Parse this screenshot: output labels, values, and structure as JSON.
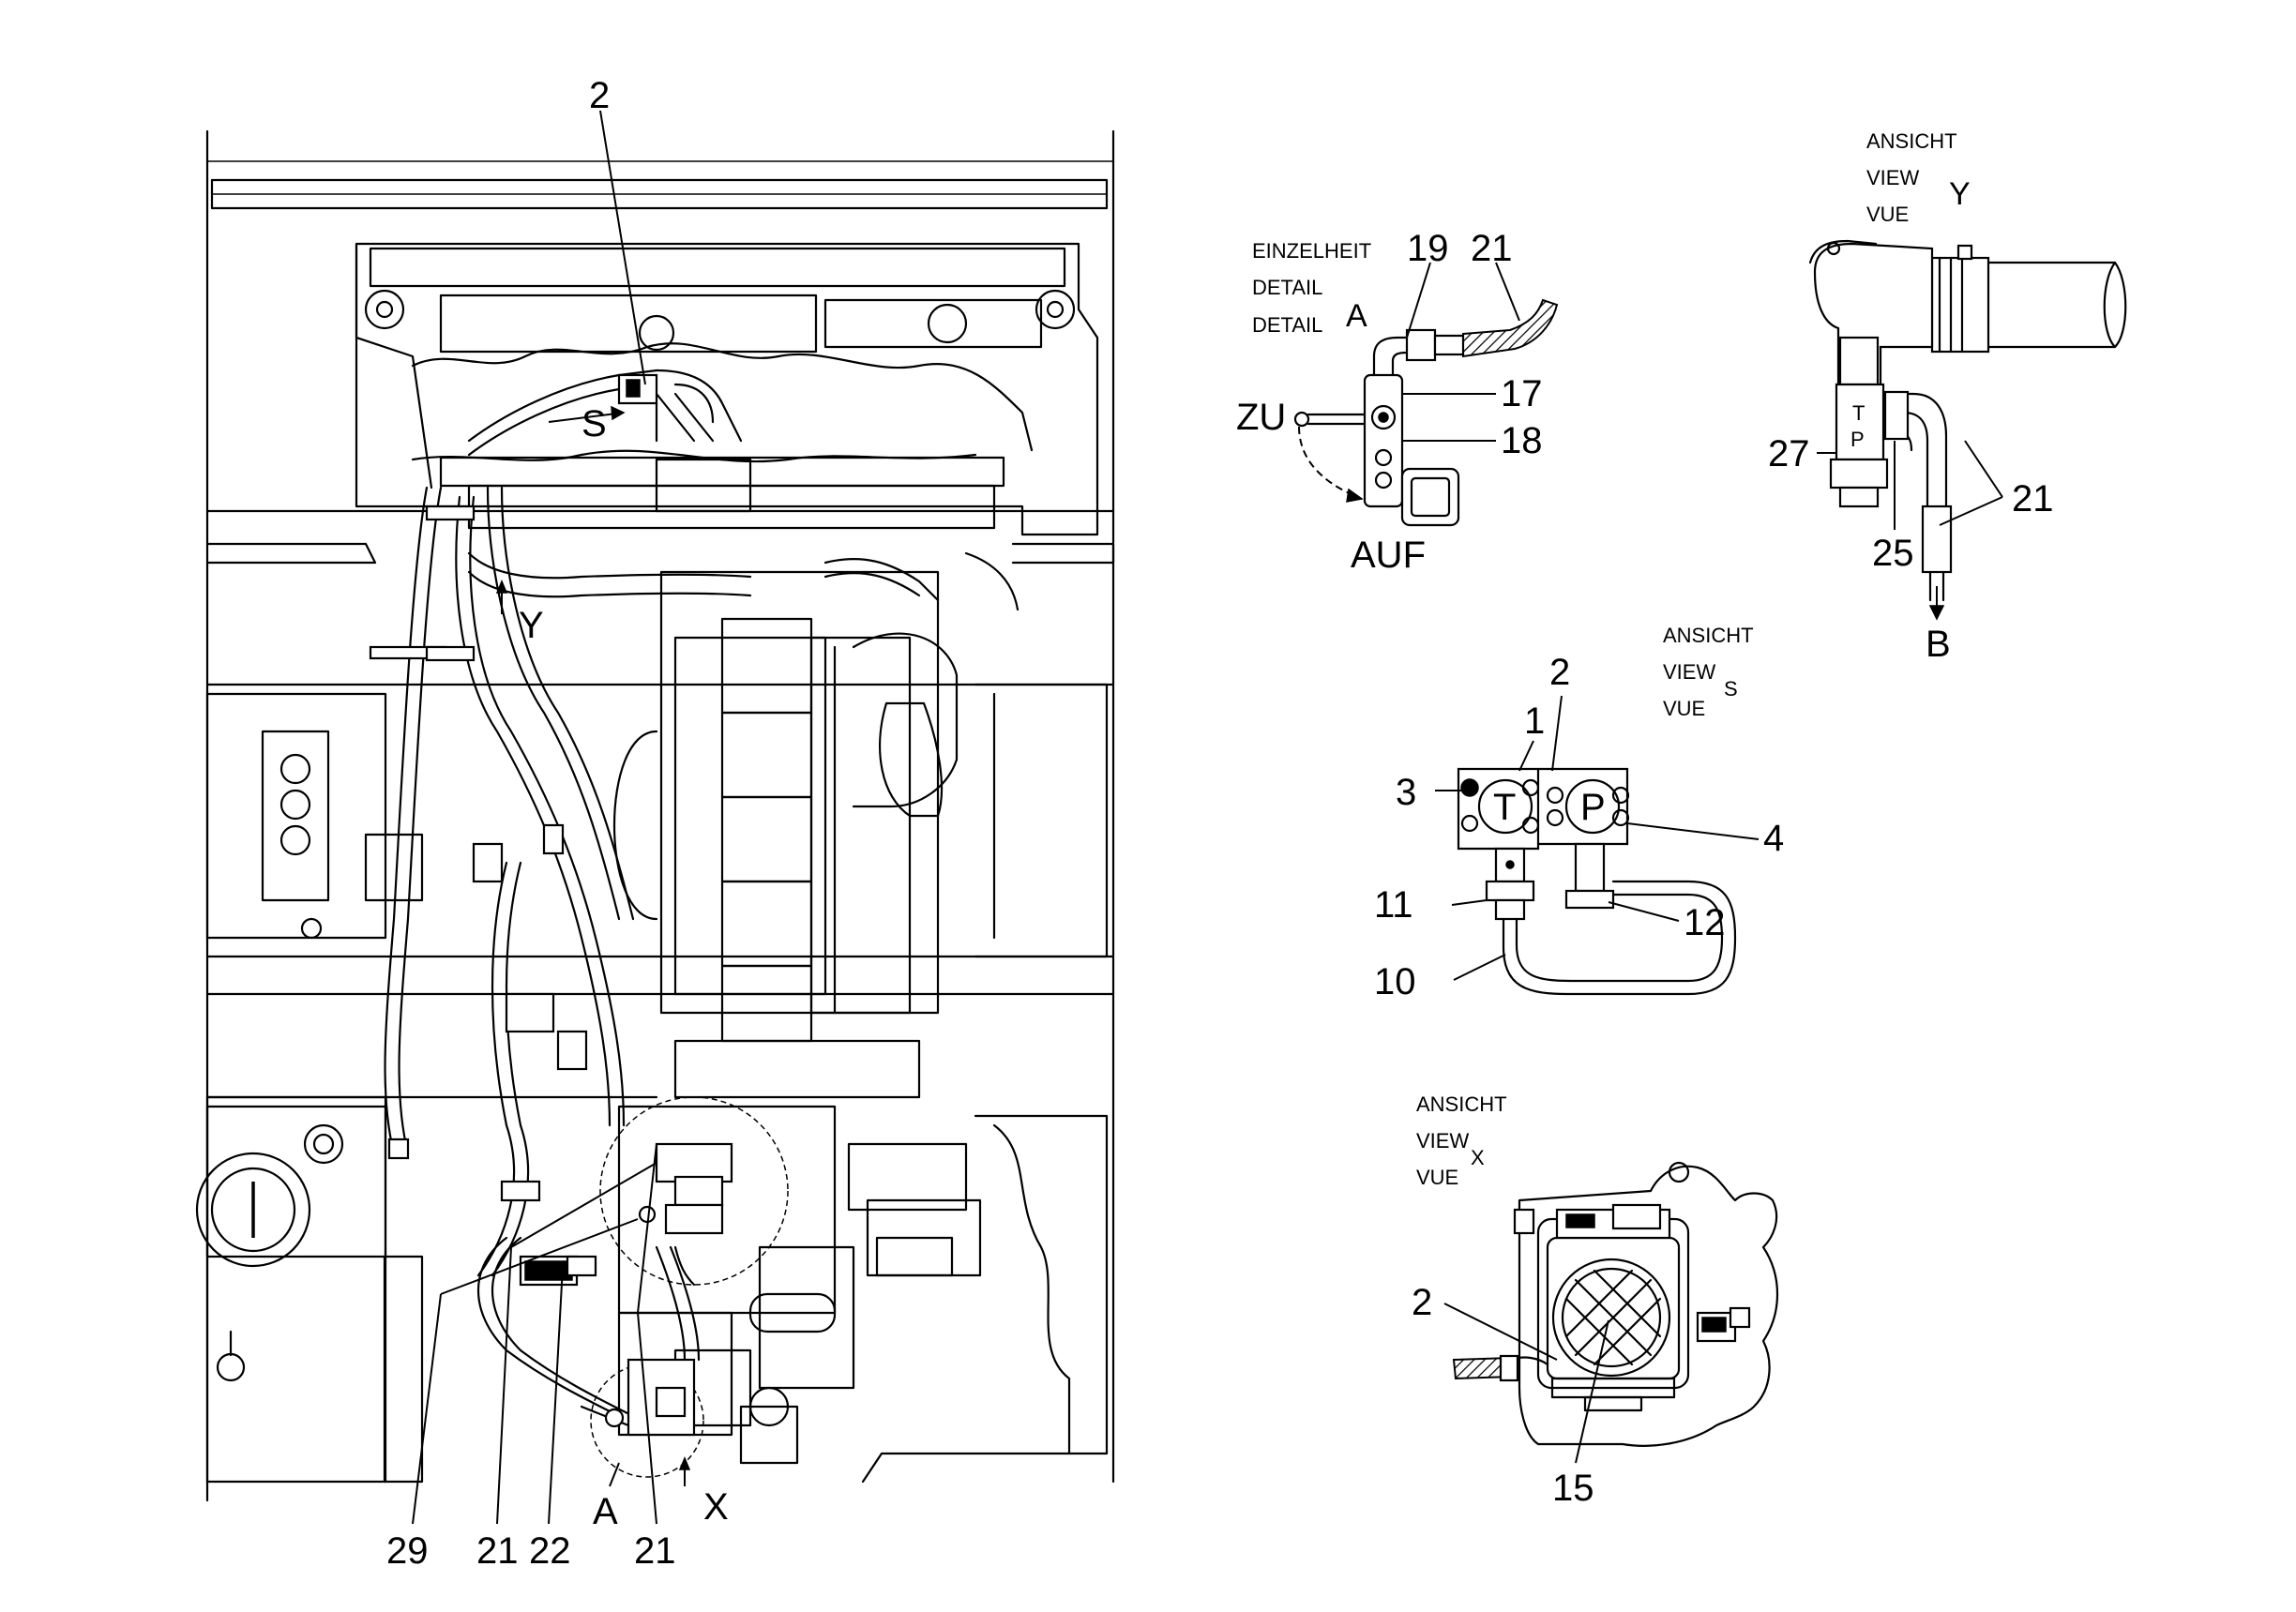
{
  "callouts": {
    "main_top_2": "2",
    "main_S": "S",
    "main_Y": "Y",
    "main_A": "A",
    "main_X": "X",
    "main_29": "29",
    "main_21a": "21",
    "main_22": "22",
    "main_21b": "21"
  },
  "detail_a": {
    "caption_line1": "EINZELHEIT",
    "caption_line2": "DETAIL",
    "caption_line3": "DETAIL",
    "caption_letter": "A",
    "label_zu": "ZU",
    "label_auf": "AUF",
    "n19": "19",
    "n21": "21",
    "n17": "17",
    "n18": "18"
  },
  "view_y": {
    "caption_line1": "ANSICHT",
    "caption_line2": "VIEW",
    "caption_line3": "VUE",
    "caption_letter": "Y",
    "port_t": "T",
    "port_p": "P",
    "n27": "27",
    "n25": "25",
    "n21": "21",
    "label_b": "B"
  },
  "view_s": {
    "caption_line1": "ANSICHT",
    "caption_line2": "VIEW",
    "caption_line3": "VUE",
    "caption_letter": "S",
    "port_t": "T",
    "port_p": "P",
    "n2": "2",
    "n1": "1",
    "n3": "3",
    "n4": "4",
    "n11": "11",
    "n12": "12",
    "n10": "10"
  },
  "view_x": {
    "caption_line1": "ANSICHT",
    "caption_line2": "VIEW",
    "caption_line3": "VUE",
    "caption_letter": "X",
    "n2": "2",
    "n15": "15"
  }
}
